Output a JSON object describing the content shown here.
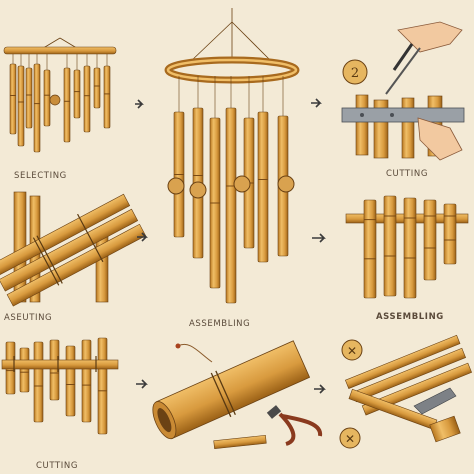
{
  "labels": {
    "selecting": "SELECTING",
    "cutting_top": "CUTTING",
    "aseuting": "ASEUTING",
    "assembling_mid": "ASSEMBLING",
    "assembling_right": "ASSEMBLING",
    "cutting_bottom": "CUTTING"
  },
  "badges": {
    "step_number": "2"
  },
  "colors": {
    "background": "#f3ead6",
    "bamboo_light": "#e9b35a",
    "bamboo_mid": "#d39338",
    "bamboo_dark": "#a86a1e",
    "outline": "#6b4214",
    "arrow": "#3b3b3b"
  }
}
